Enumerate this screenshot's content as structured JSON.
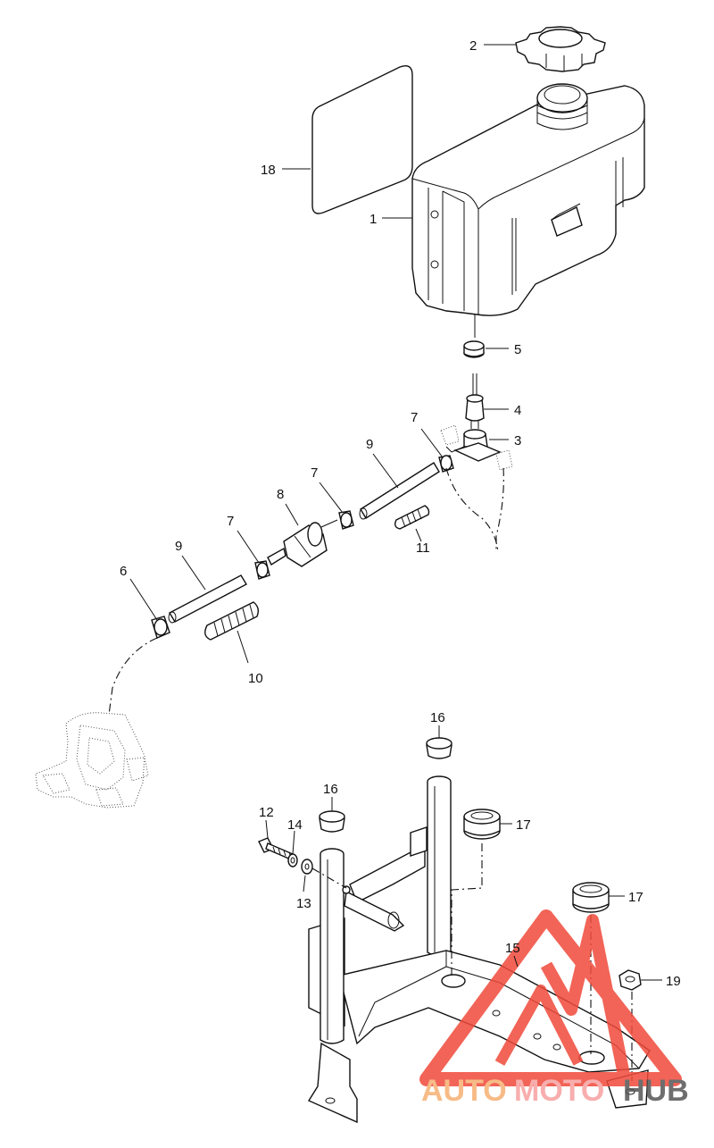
{
  "diagram": {
    "callouts": {
      "p1": "1",
      "p2": "2",
      "p3": "3",
      "p4": "4",
      "p5": "5",
      "p6": "6",
      "p7a": "7",
      "p7b": "7",
      "p7c": "7",
      "p8": "8",
      "p9a": "9",
      "p9b": "9",
      "p10": "10",
      "p11": "11",
      "p12": "12",
      "p13": "13",
      "p14": "14",
      "p15": "15",
      "p16a": "16",
      "p16b": "16",
      "p17a": "17",
      "p17b": "17",
      "p18": "18",
      "p19": "19"
    }
  },
  "watermark": {
    "word_auto": "AUTO",
    "word_moto": "MOTO",
    "word_hub": "HUB",
    "colors": {
      "logo": "#f04a3a",
      "auto": "#f6b073",
      "moto": "#f7a0a0",
      "hub": "#555555"
    }
  }
}
